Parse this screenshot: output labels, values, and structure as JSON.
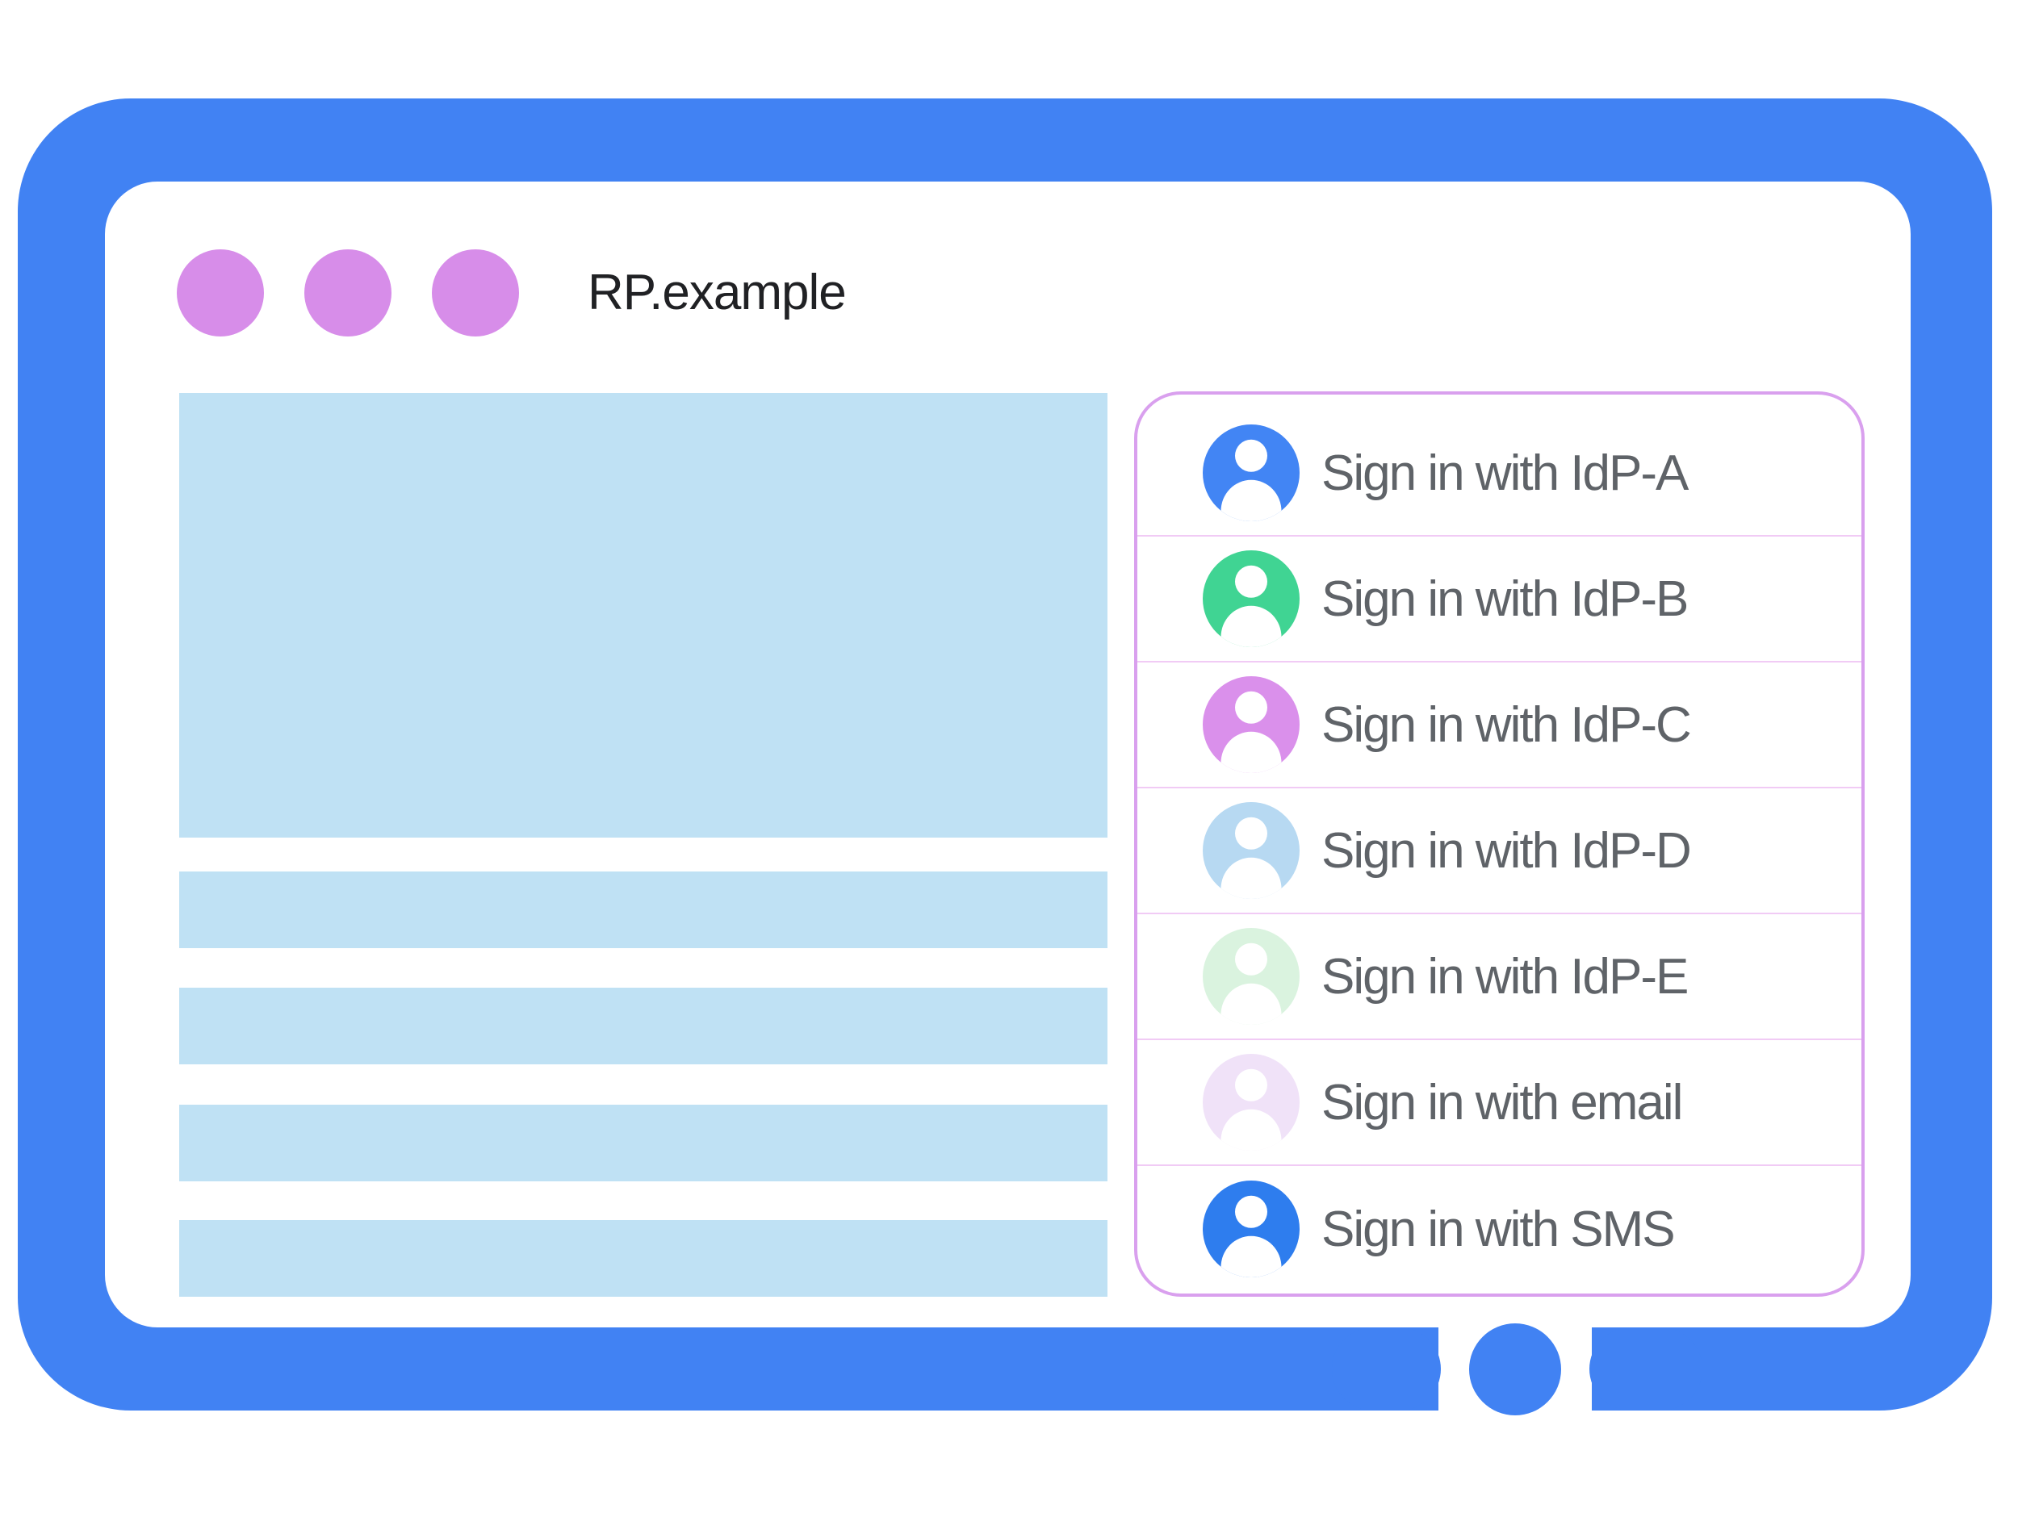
{
  "browser": {
    "title": "RP.example"
  },
  "signin_dialog": {
    "options": [
      {
        "label": "Sign in with IdP-A",
        "avatar_icon": "account-circle-icon",
        "avatar_color": "#4285F4"
      },
      {
        "label": "Sign in with IdP-B",
        "avatar_icon": "account-circle-icon",
        "avatar_color": "#40D493"
      },
      {
        "label": "Sign in with IdP-C",
        "avatar_icon": "account-circle-icon",
        "avatar_color": "#DA90EB"
      },
      {
        "label": "Sign in with IdP-D",
        "avatar_icon": "account-circle-icon",
        "avatar_color": "#B7D9F2"
      },
      {
        "label": "Sign in with IdP-E",
        "avatar_icon": "account-circle-icon",
        "avatar_color": "#DAF3DF"
      },
      {
        "label": "Sign in with email",
        "avatar_icon": "account-circle-icon",
        "avatar_color": "#F0E2F8"
      },
      {
        "label": "Sign in with SMS",
        "avatar_icon": "account-circle-icon",
        "avatar_color": "#2E7DEE"
      }
    ]
  },
  "colors": {
    "frame_blue": "#4182F3",
    "window_dot_purple": "#D78DE9",
    "placeholder_blue": "#BFE1F4",
    "dialog_border": "#D9A0EE",
    "divider_pink": "#F1CBF5",
    "label_text": "#5F6368",
    "title_text": "#202124"
  }
}
